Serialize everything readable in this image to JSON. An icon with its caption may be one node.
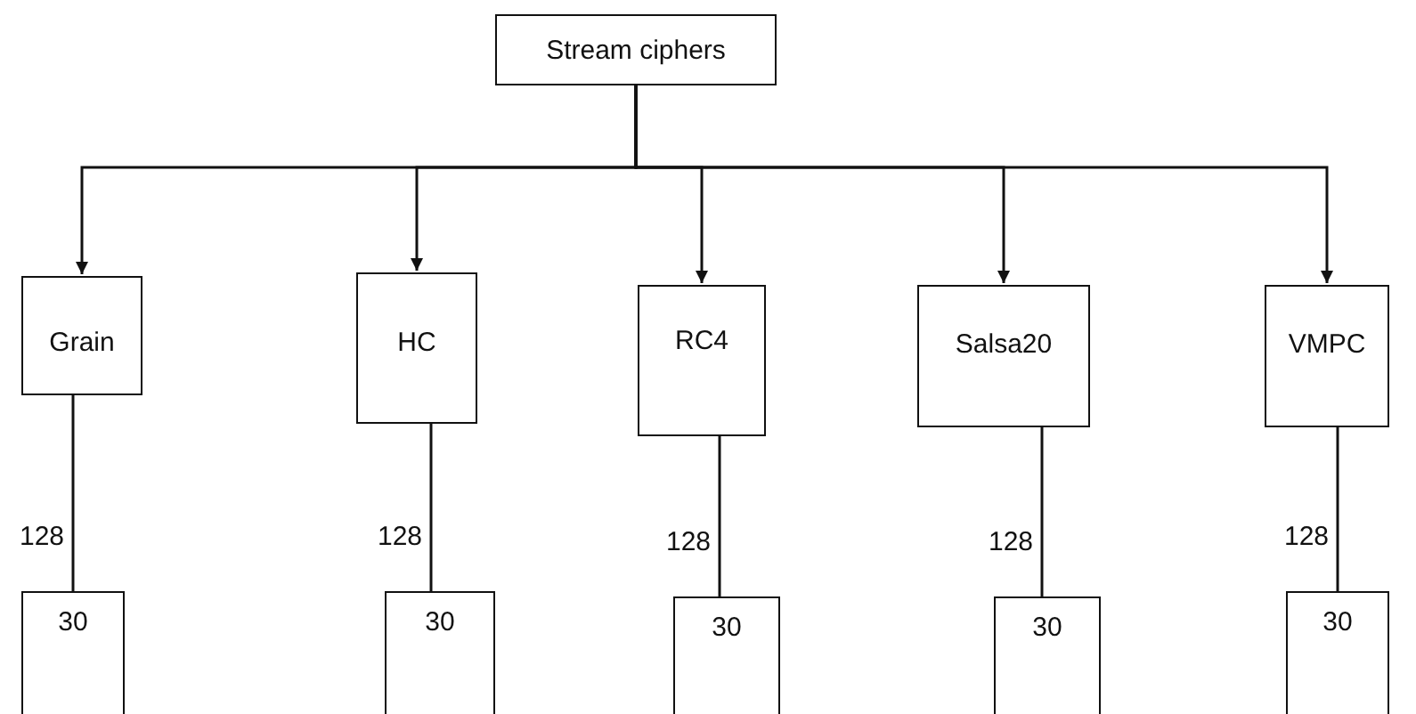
{
  "diagram": {
    "nodes": [
      {
        "text": [
          "Stream ciphers"
        ]
      },
      {
        "text": [
          "Grain"
        ]
      },
      {
        "text": [
          "HC"
        ]
      },
      {
        "text": [
          "RC4"
        ]
      },
      {
        "text": [
          "Salsa20"
        ]
      },
      {
        "text": [
          "VMPC"
        ]
      },
      {
        "text": [
          "30"
        ]
      },
      {
        "text": [
          "30"
        ]
      },
      {
        "text": [
          "30"
        ]
      },
      {
        "text": [
          "30"
        ]
      },
      {
        "text": [
          "30"
        ]
      }
    ],
    "edges": [
      {
        "from": 0,
        "to": 1,
        "arrow": "to"
      },
      {
        "from": 0,
        "to": 2,
        "arrow": "to"
      },
      {
        "from": 0,
        "to": 3,
        "arrow": "to"
      },
      {
        "from": 0,
        "to": 4,
        "arrow": "to"
      },
      {
        "from": 0,
        "to": 5,
        "arrow": "to"
      },
      {
        "from": 1,
        "to": 6,
        "arrow": "none",
        "label": "128"
      },
      {
        "from": 2,
        "to": 7,
        "arrow": "none",
        "label": "128"
      },
      {
        "from": 3,
        "to": 8,
        "arrow": "none",
        "label": "128"
      },
      {
        "from": 4,
        "to": 9,
        "arrow": "none",
        "label": "128"
      },
      {
        "from": 5,
        "to": 10,
        "arrow": "none",
        "label": "128"
      }
    ]
  }
}
